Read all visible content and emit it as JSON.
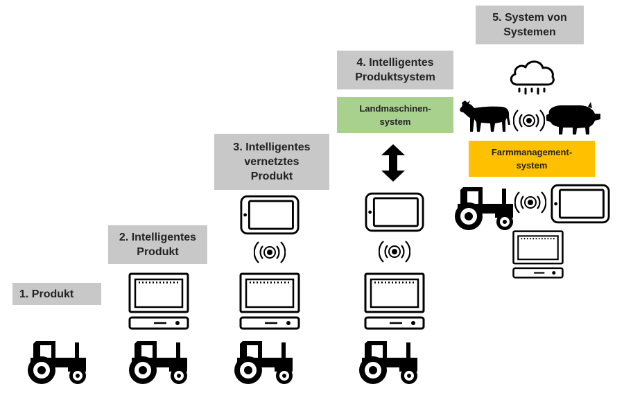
{
  "stages": [
    {
      "label": "1. Produkt"
    },
    {
      "label": "2. Intelligentes\nProdukt"
    },
    {
      "label": "3. Intelligentes\nvernetztes\nProdukt"
    },
    {
      "label": "4. Intelligentes\nProduktsystem"
    },
    {
      "label": "5. System von\nSystemen"
    }
  ],
  "boxes": {
    "machine_system": {
      "label": "Landmaschinen-\nsystem",
      "color": "#a9d18e"
    },
    "farm_management": {
      "label": "Farmmanagement-\nsystem",
      "color": "#ffc000"
    }
  },
  "colors": {
    "stage_label_bg": "#c8c8c8",
    "icon": "#000000"
  },
  "icons": [
    "tractor-icon",
    "monitor-icon",
    "tablet-icon",
    "wireless-signal-icon",
    "double-arrow-icon",
    "rain-cloud-icon",
    "cow-icon",
    "pig-icon"
  ]
}
